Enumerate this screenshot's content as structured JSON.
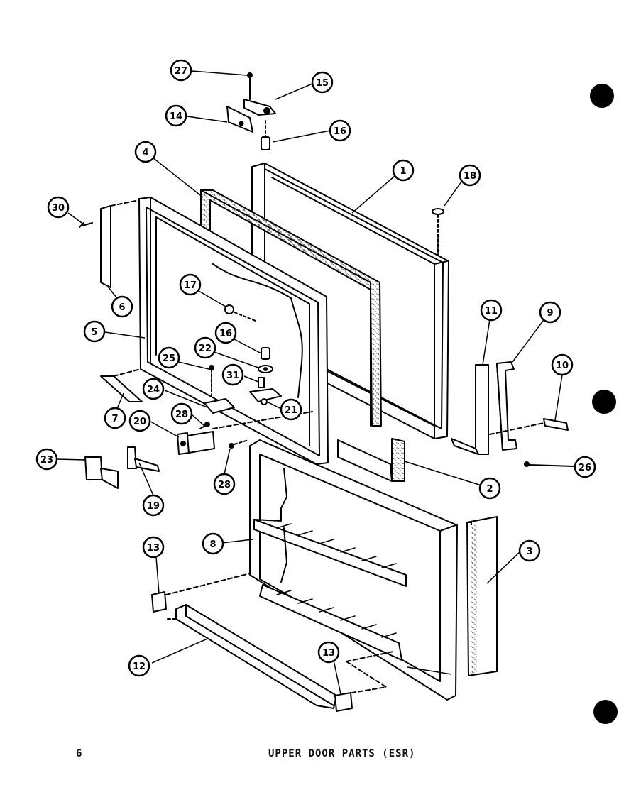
{
  "page": {
    "number": "6",
    "caption": "UPPER DOOR PARTS (ESR)"
  },
  "callouts": {
    "c27": "27",
    "c15": "15",
    "c14": "14",
    "c16a": "16",
    "c4": "4",
    "c1": "1",
    "c18": "18",
    "c30": "30",
    "c6": "6",
    "c17": "17",
    "c5": "5",
    "c16b": "16",
    "c22": "22",
    "c25": "25",
    "c31": "31",
    "c11": "11",
    "c9": "9",
    "c10": "10",
    "c7": "7",
    "c24": "24",
    "c21": "21",
    "c28a": "28",
    "c20": "20",
    "c23": "23",
    "c28b": "28",
    "c19": "19",
    "c2": "2",
    "c26": "26",
    "c8": "8",
    "c3": "3",
    "c13a": "13",
    "c12": "12",
    "c13b": "13"
  },
  "colors": {
    "ink": "#000000",
    "paper": "#ffffff",
    "speckle": "#2a2a2a"
  }
}
